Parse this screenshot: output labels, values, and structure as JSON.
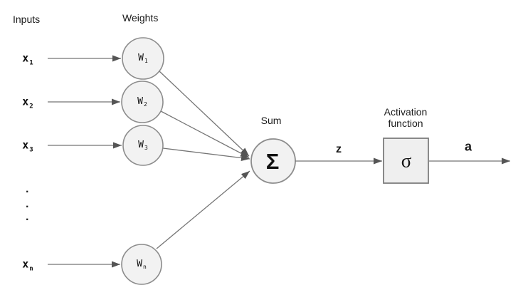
{
  "diagram": {
    "inputs_label": "Inputs",
    "weights_label": "Weights",
    "sum_label": "Sum",
    "activation_label_line1": "Activation",
    "activation_label_line2": "function",
    "z_label": "z",
    "a_label": "a",
    "sum_symbol": "Σ",
    "activation_symbol": "σ",
    "input_nodes": [
      {
        "base": "x",
        "sub": "1"
      },
      {
        "base": "x",
        "sub": "2"
      },
      {
        "base": "x",
        "sub": "3"
      },
      {
        "base": "x",
        "sub": "n"
      }
    ],
    "weight_nodes": [
      {
        "base": "W",
        "sub": "1"
      },
      {
        "base": "W",
        "sub": "2"
      },
      {
        "base": "W",
        "sub": "3"
      },
      {
        "base": "W",
        "sub": "n"
      }
    ],
    "ellipsis_dots": [
      ".",
      ".",
      "."
    ],
    "colors": {
      "node_fill": "#f2f2f2",
      "node_stroke": "#8c8c8c",
      "box_fill": "#efefef",
      "box_stroke": "#7d7d7d",
      "line": "#757575",
      "arrowhead": "#555555",
      "text": "#1a1a1a"
    }
  }
}
